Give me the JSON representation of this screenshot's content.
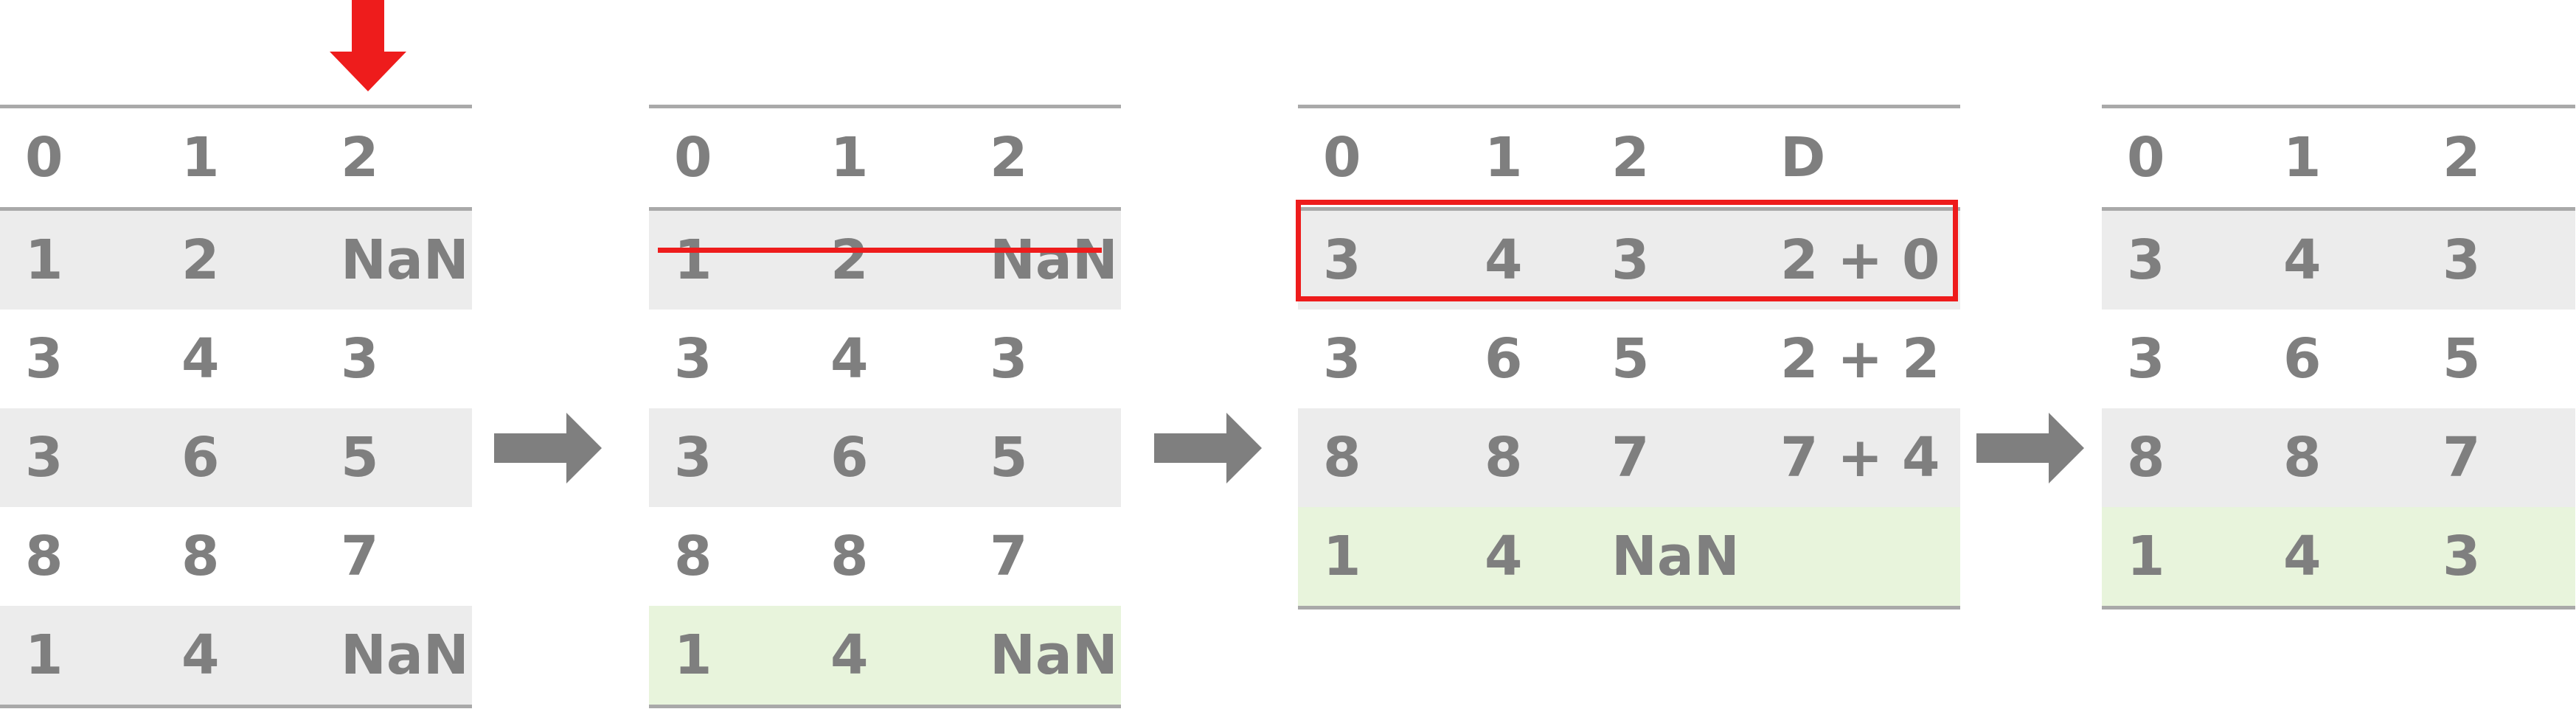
{
  "colors": {
    "text": "#7f7f7f",
    "gray_row": "#ececec",
    "green_row": "#e8f4dc",
    "rule": "#a9a9a9",
    "accent_red": "#ee1c1c",
    "arrow_gray": "#7f7f7f"
  },
  "icons": {
    "marker": "red-down-arrow-icon",
    "flow": "gray-right-arrow-icon"
  },
  "table1": {
    "headers": [
      "0",
      "1",
      "2"
    ],
    "rows": [
      [
        "1",
        "2",
        "NaN"
      ],
      [
        "3",
        "4",
        "3"
      ],
      [
        "3",
        "6",
        "5"
      ],
      [
        "8",
        "8",
        "7"
      ],
      [
        "1",
        "4",
        "NaN"
      ]
    ]
  },
  "table2": {
    "headers": [
      "0",
      "1",
      "2"
    ],
    "rows": [
      [
        "1",
        "2",
        "NaN"
      ],
      [
        "3",
        "4",
        "3"
      ],
      [
        "3",
        "6",
        "5"
      ],
      [
        "8",
        "8",
        "7"
      ],
      [
        "1",
        "4",
        "NaN"
      ]
    ]
  },
  "table3": {
    "headers": [
      "0",
      "1",
      "2",
      "D"
    ],
    "rows": [
      [
        "3",
        "4",
        "3",
        "2 + 0"
      ],
      [
        "3",
        "6",
        "5",
        "2 + 2"
      ],
      [
        "8",
        "8",
        "7",
        "7 + 4"
      ],
      [
        "1",
        "4",
        "NaN",
        ""
      ]
    ]
  },
  "table4": {
    "headers": [
      "0",
      "1",
      "2"
    ],
    "rows": [
      [
        "3",
        "4",
        "3"
      ],
      [
        "3",
        "6",
        "5"
      ],
      [
        "8",
        "8",
        "7"
      ],
      [
        "1",
        "4",
        "3"
      ]
    ]
  }
}
